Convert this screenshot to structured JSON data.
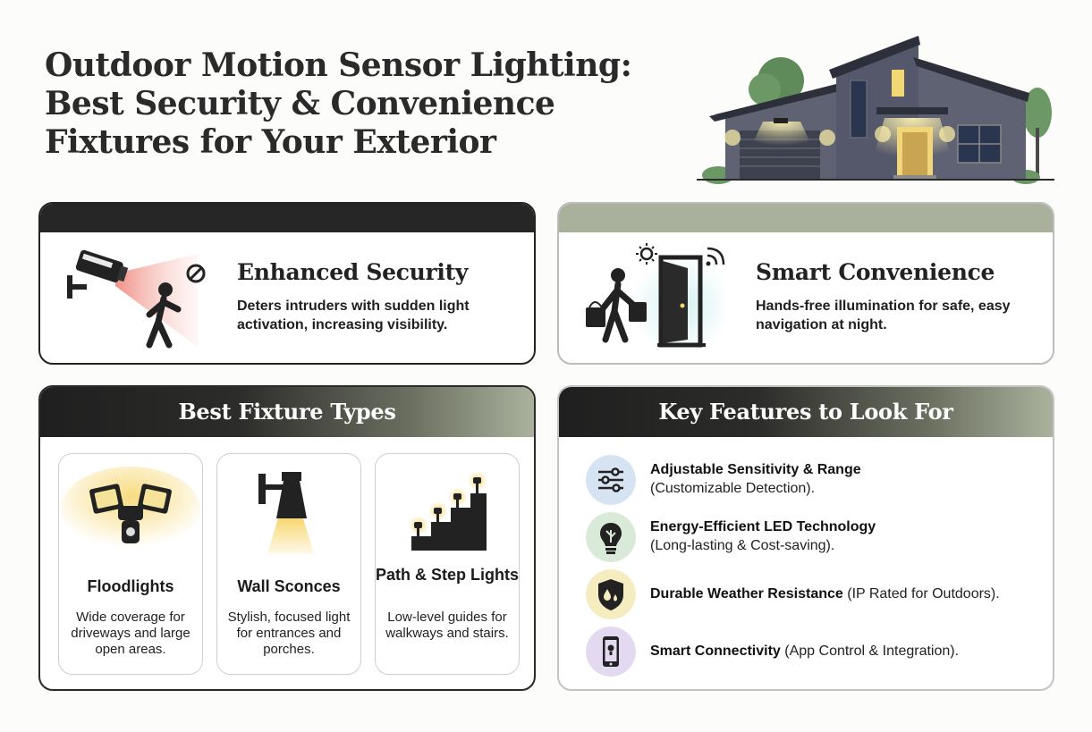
{
  "title": {
    "lines": [
      "Outdoor Motion Sensor Lighting:",
      "Best Security & Convenience",
      "Fixtures for Your Exterior"
    ]
  },
  "benefits": [
    {
      "title": "Enhanced Security",
      "description": "Deters intruders with sudden light activation, increasing visibility.",
      "icon": "security-camera-intruder-icon"
    },
    {
      "title": "Smart Convenience",
      "description": "Hands-free illumination for safe, easy navigation at night.",
      "icon": "person-door-light-icon"
    }
  ],
  "fixtures": {
    "heading": "Best Fixture Types",
    "items": [
      {
        "name": "Floodlights",
        "description": "Wide coverage for driveways and large open areas.",
        "icon": "floodlight-icon"
      },
      {
        "name": "Wall Sconces",
        "description": "Stylish, focused light for entrances and porches.",
        "icon": "wall-sconce-icon"
      },
      {
        "name": "Path & Step Lights",
        "description": "Low-level guides for walkways and stairs.",
        "icon": "path-step-lights-icon"
      }
    ]
  },
  "features": {
    "heading": "Key Features to Look For",
    "items": [
      {
        "bold": "Adjustable Sensitivity & Range",
        "rest": "(Customizable Detection).",
        "icon": "sliders-icon",
        "color": "#d6e3f3"
      },
      {
        "bold": "Energy-Efficient LED Technology",
        "rest": "(Long-lasting & Cost-saving).",
        "icon": "led-bulb-icon",
        "color": "#d9ead8"
      },
      {
        "bold": "Durable Weather Resistance",
        "rest": "(IP Rated for Outdoors).",
        "icon": "weather-shield-icon",
        "color": "#f5ecbf"
      },
      {
        "bold": "Smart Connectivity",
        "rest": "(App Control & Integration).",
        "icon": "smartphone-icon",
        "color": "#e3d9f1"
      }
    ]
  },
  "colors": {
    "dark_bar": "#262626",
    "sage_bar": "#a9b19c",
    "light_glow": "#f7d56a"
  }
}
